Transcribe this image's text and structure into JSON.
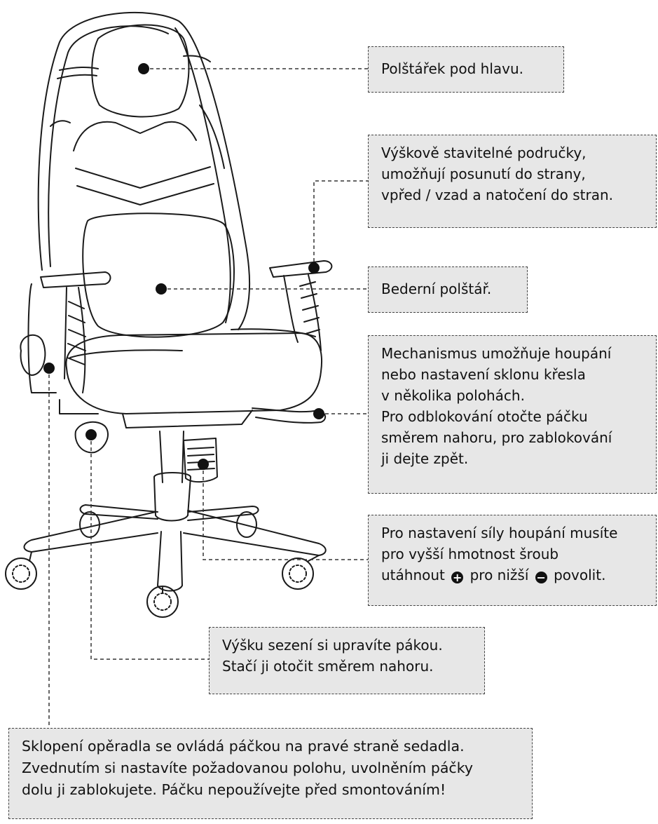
{
  "callouts": {
    "headrest": {
      "text": "Polštářek pod hlavu."
    },
    "armrests": {
      "lines": [
        "Výškově stavitelné područky,",
        "umožňují posunutí do strany,",
        "vpřed / vzad a natočení do stran."
      ]
    },
    "lumbar": {
      "text": "Bederní polštář."
    },
    "mechanism": {
      "lines": [
        "Mechanismus umožňuje houpání",
        "nebo nastavení sklonu křesla",
        "v několika polohách.",
        "Pro odblokování otočte páčku",
        "směrem nahoru, pro zablokování",
        "ji dejte zpět."
      ]
    },
    "tension": {
      "line1": "Pro nastavení síly houpání musíte",
      "line2": "pro vyšší hmotnost šroub",
      "line3_before": "utáhnout",
      "plus_symbol": "+",
      "line3_middle": "pro nižší",
      "minus_symbol": "−",
      "line3_after": "povolit."
    },
    "seat_height": {
      "lines": [
        "Výšku sezení si upravíte pákou.",
        "Stačí ji otočit směrem nahoru."
      ]
    },
    "backrest": {
      "lines": [
        "Sklopení opěradla se ovládá páčkou na pravé straně sedadla.",
        "Zvednutím si nastavíte požadovanou polohu, uvolněním páčky",
        "dolu ji zablokujete. Páčku nepoužívejte před smontováním!"
      ]
    }
  },
  "icons": [
    "plus-circle-icon",
    "minus-circle-icon"
  ],
  "colors": {
    "callout_bg": "#e7e7e7",
    "line": "#222222"
  }
}
